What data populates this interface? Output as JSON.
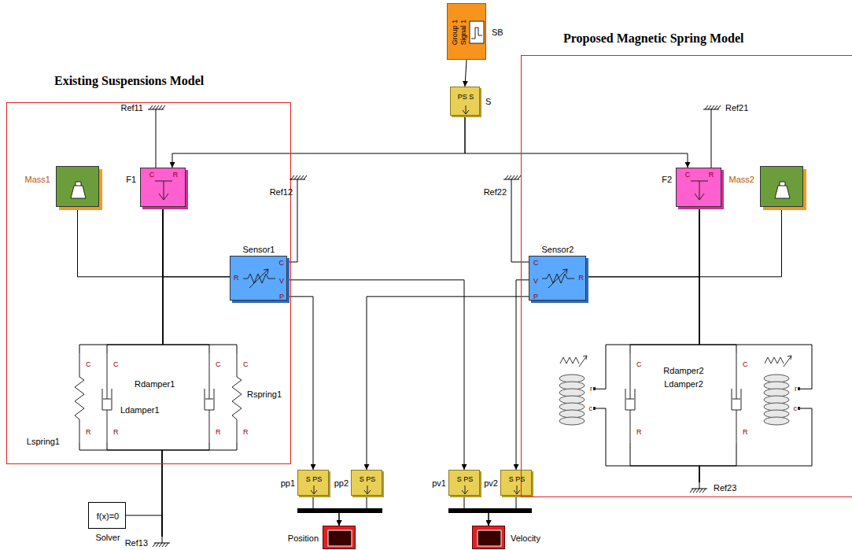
{
  "diagram": {
    "nodes": [
      {
        "text": [
          "Existing Suspensions Model"
        ]
      },
      {
        "text": [
          "Ref11"
        ],
        "in": 0
      },
      {
        "text": [
          "Mass1"
        ],
        "in": 0
      },
      {
        "text": [
          "C",
          "R",
          "F1"
        ],
        "in": 0
      },
      {
        "text": [
          "C",
          "R",
          "Lspring1"
        ],
        "in": 0
      },
      {
        "text": [
          "C",
          "R",
          "Ldamper1"
        ],
        "in": 0
      },
      {
        "text": [
          "C",
          "R",
          "Rdamper1"
        ],
        "in": 0
      },
      {
        "text": [
          "C",
          "R",
          "Rspring1"
        ],
        "in": 0
      },
      {
        "text": [
          "Group 1",
          "Signal 1",
          "SB"
        ]
      },
      {
        "text": [
          "PS S",
          "S"
        ]
      },
      {
        "text": [
          "Ref12"
        ]
      },
      {
        "text": [
          "C",
          "R",
          "V",
          "P",
          "Sensor1"
        ]
      },
      {
        "text": [
          "f(x)=0",
          "Solver"
        ]
      },
      {
        "text": [
          "Ref13"
        ]
      },
      {
        "text": [
          "S PS",
          "pp1"
        ]
      },
      {
        "text": [
          "S PS",
          "pp2"
        ]
      },
      {
        "text": [
          "S PS",
          "pv1"
        ]
      },
      {
        "text": [
          "S PS",
          "pv2"
        ]
      },
      {
        "text": [
          "Position"
        ]
      },
      {
        "text": [
          "Velocity"
        ]
      },
      {
        "text": [
          "Ref22"
        ]
      },
      {
        "text": [
          "C",
          "V",
          "P",
          "R",
          "Sensor2"
        ]
      },
      {
        "text": [
          "Proposed Magnetic Spring Model"
        ]
      },
      {
        "text": [
          "Ref21"
        ],
        "in": 22
      },
      {
        "text": [
          "C",
          "R",
          "F2"
        ],
        "in": 22
      },
      {
        "text": [
          "Mass2"
        ],
        "in": 22
      },
      {
        "text": [
          "r",
          "c"
        ],
        "in": 22
      },
      {
        "text": [
          "C",
          "R",
          "Rdamper2"
        ],
        "in": 22
      },
      {
        "text": [
          "C",
          "R",
          "Ldamper2"
        ],
        "in": 22
      },
      {
        "text": [
          "r",
          "c"
        ],
        "in": 22
      },
      {
        "text": [
          "Ref23"
        ],
        "in": 22
      }
    ],
    "edges": [
      {
        "from": 8,
        "to": 9,
        "arrow": "to"
      },
      {
        "from": 9,
        "to": 3,
        "arrow": "to"
      },
      {
        "from": 9,
        "to": 24,
        "arrow": "to"
      },
      {
        "from": 1,
        "to": 3,
        "arrow": "none"
      },
      {
        "from": 2,
        "to": 11,
        "arrow": "none"
      },
      {
        "from": 3,
        "to": 11,
        "arrow": "none"
      },
      {
        "from": 3,
        "to": 4,
        "arrow": "none"
      },
      {
        "from": 3,
        "to": 5,
        "arrow": "none"
      },
      {
        "from": 3,
        "to": 6,
        "arrow": "none"
      },
      {
        "from": 3,
        "to": 7,
        "arrow": "none"
      },
      {
        "from": 4,
        "to": 13,
        "arrow": "none"
      },
      {
        "from": 5,
        "to": 13,
        "arrow": "none"
      },
      {
        "from": 6,
        "to": 13,
        "arrow": "none"
      },
      {
        "from": 7,
        "to": 13,
        "arrow": "none"
      },
      {
        "from": 12,
        "to": 13,
        "arrow": "none"
      },
      {
        "from": 10,
        "to": 11,
        "arrow": "none"
      },
      {
        "from": 11,
        "to": 14,
        "arrow": "to"
      },
      {
        "from": 11,
        "to": 16,
        "arrow": "to"
      },
      {
        "from": 21,
        "to": 15,
        "arrow": "to"
      },
      {
        "from": 21,
        "to": 17,
        "arrow": "to"
      },
      {
        "from": 14,
        "to": 18,
        "arrow": "to"
      },
      {
        "from": 15,
        "to": 18,
        "arrow": "to"
      },
      {
        "from": 16,
        "to": 19,
        "arrow": "to"
      },
      {
        "from": 17,
        "to": 19,
        "arrow": "to"
      },
      {
        "from": 20,
        "to": 21,
        "arrow": "none"
      },
      {
        "from": 23,
        "to": 24,
        "arrow": "none"
      },
      {
        "from": 25,
        "to": 21,
        "arrow": "none"
      },
      {
        "from": 24,
        "to": 21,
        "arrow": "none"
      },
      {
        "from": 24,
        "to": 26,
        "arrow": "none"
      },
      {
        "from": 24,
        "to": 27,
        "arrow": "none"
      },
      {
        "from": 24,
        "to": 28,
        "arrow": "none"
      },
      {
        "from": 24,
        "to": 29,
        "arrow": "none"
      },
      {
        "from": 26,
        "to": 30,
        "arrow": "none"
      },
      {
        "from": 27,
        "to": 30,
        "arrow": "none"
      },
      {
        "from": 28,
        "to": 30,
        "arrow": "none"
      },
      {
        "from": 29,
        "to": 30,
        "arrow": "none"
      }
    ]
  }
}
